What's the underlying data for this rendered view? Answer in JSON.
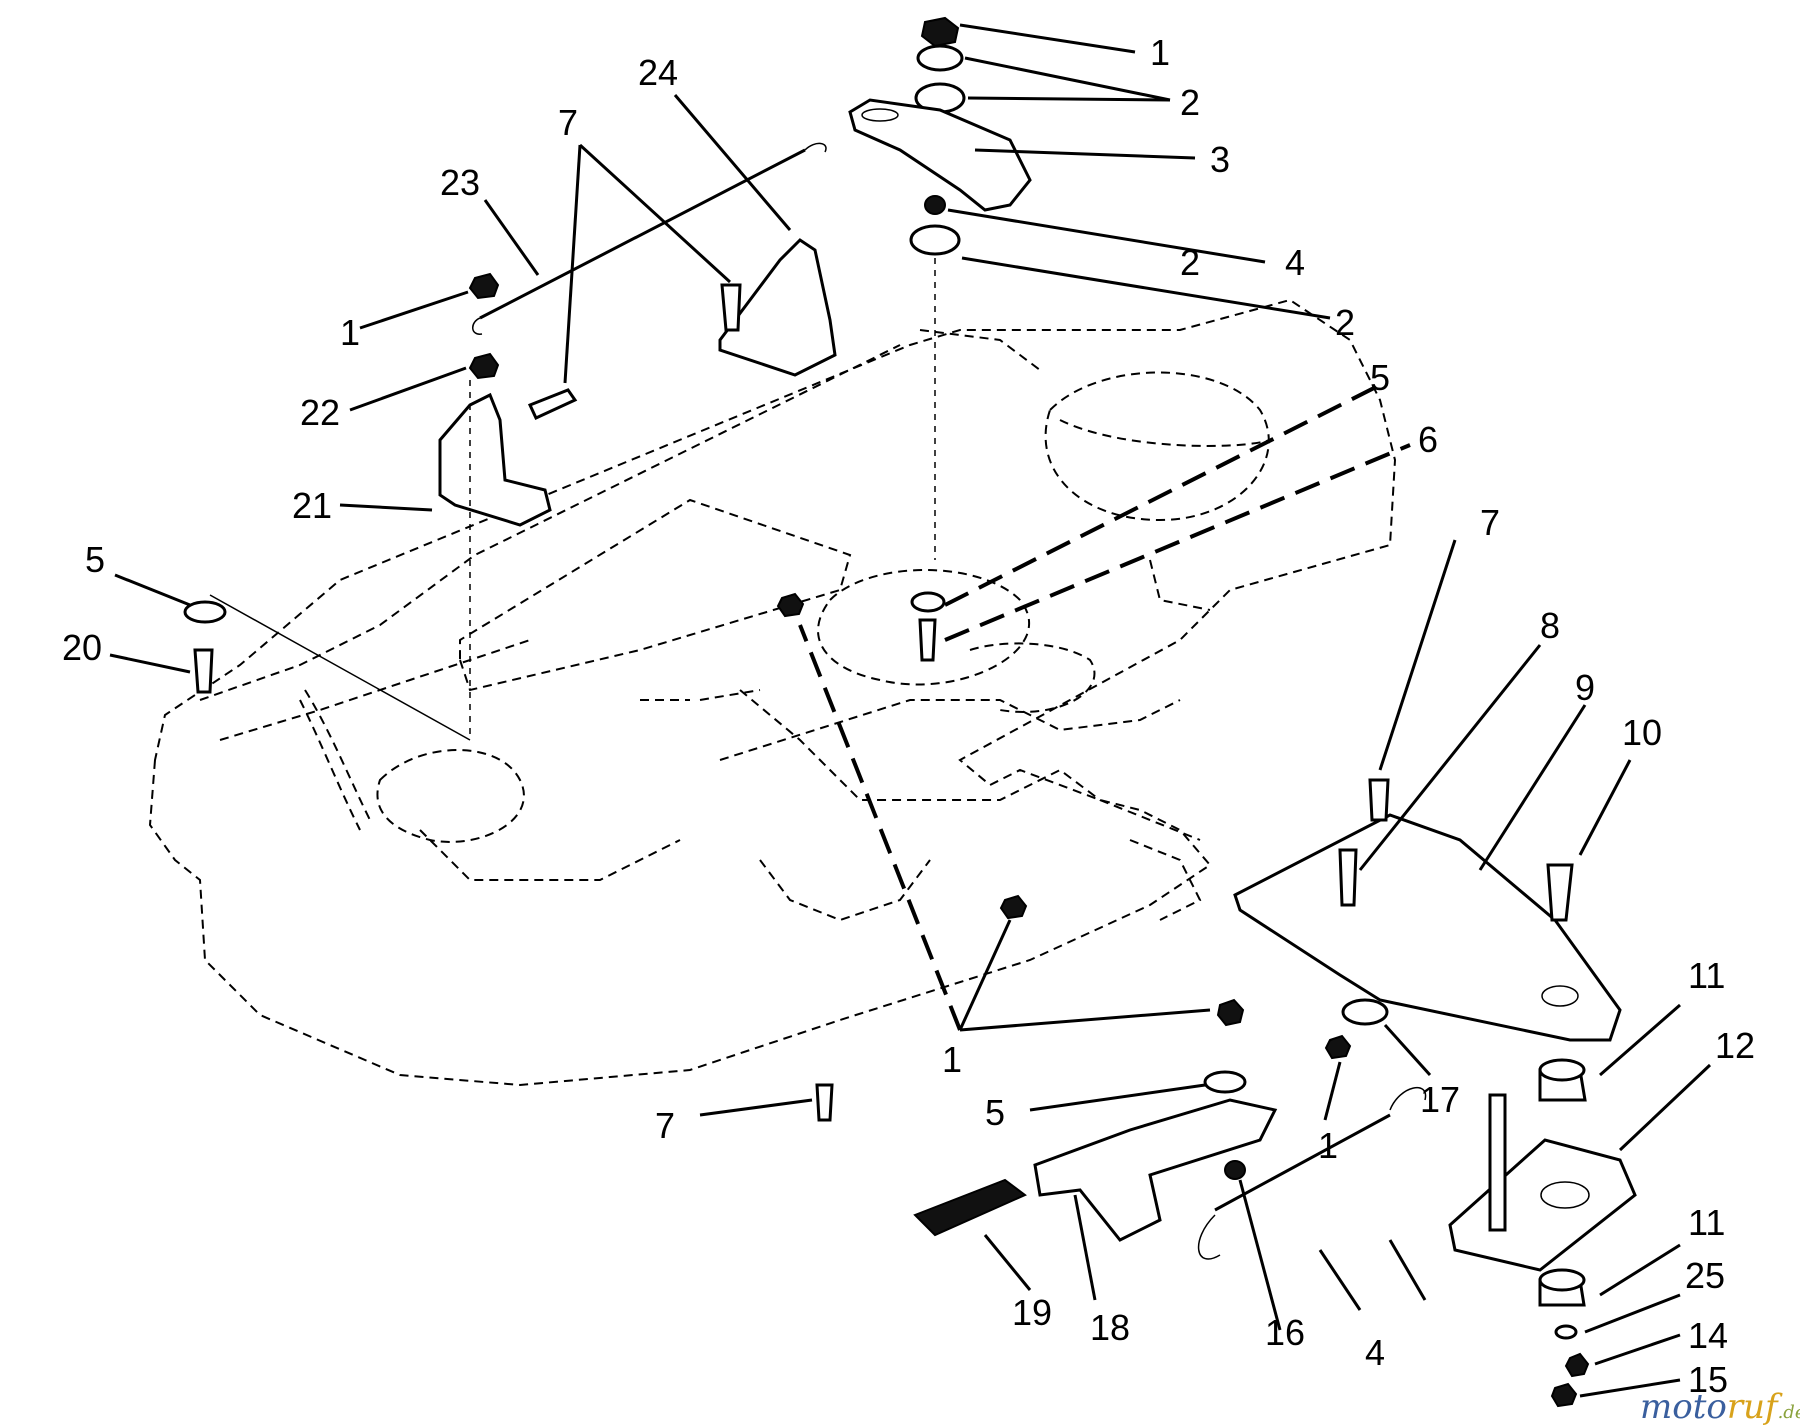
{
  "diagram": {
    "callouts": [
      "1",
      "2",
      "2",
      "3",
      "4",
      "2",
      "5",
      "6",
      "24",
      "7",
      "23",
      "1",
      "22",
      "21",
      "5",
      "20",
      "7",
      "8",
      "9",
      "10",
      "11",
      "12",
      "11",
      "25",
      "14",
      "15",
      "1",
      "17",
      "1",
      "5",
      "7",
      "18",
      "19",
      "4",
      "16"
    ]
  },
  "watermark": {
    "text_a": "moto",
    "text_b": "ruf",
    "text_c": ".de",
    "color_a": "#3a5f9e",
    "color_b": "#d8a21b",
    "color_c": "#8aa23d"
  }
}
